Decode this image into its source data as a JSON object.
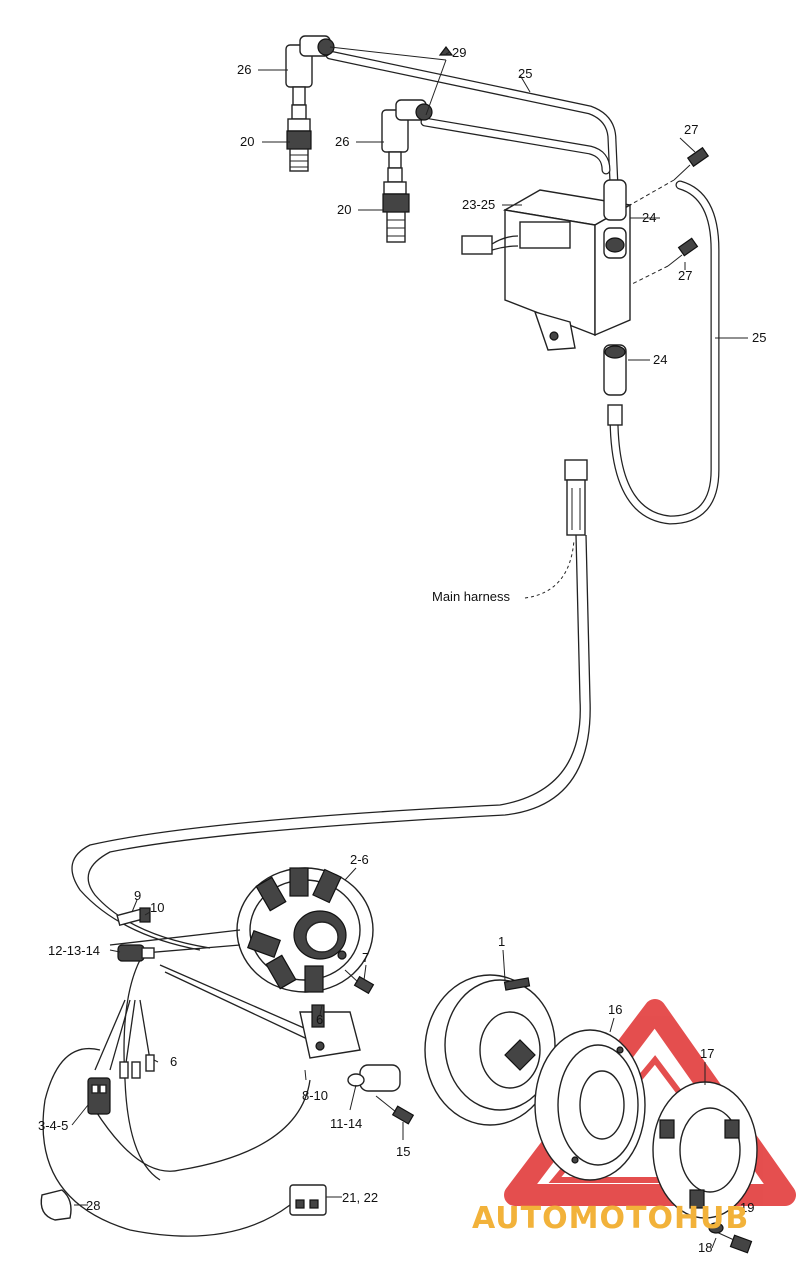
{
  "diagram": {
    "labels": {
      "l29": "29",
      "l26a": "26",
      "l25a": "25",
      "l20a": "20",
      "l26b": "26",
      "l27a": "27",
      "l20b": "20",
      "l2325": "23-25",
      "l24a": "24",
      "l27b": "27",
      "l25b": "25",
      "l24b": "24",
      "main_harness": "Main harness",
      "l26c": "2-6",
      "l9": "9",
      "l10": "10",
      "l121314": "12-13-14",
      "l7": "7",
      "l1": "1",
      "l16": "16",
      "l6a": "6",
      "l6b": "6",
      "l17": "17",
      "l810": "8-10",
      "l345": "3-4-5",
      "l1114": "11-14",
      "l15": "15",
      "l19": "19",
      "l28": "28",
      "l2122": "21, 22",
      "l18": "18"
    },
    "watermark": {
      "text": "AUTOMOTOHUB",
      "color": "#f2b23a",
      "logo_color": "#e03030"
    }
  }
}
